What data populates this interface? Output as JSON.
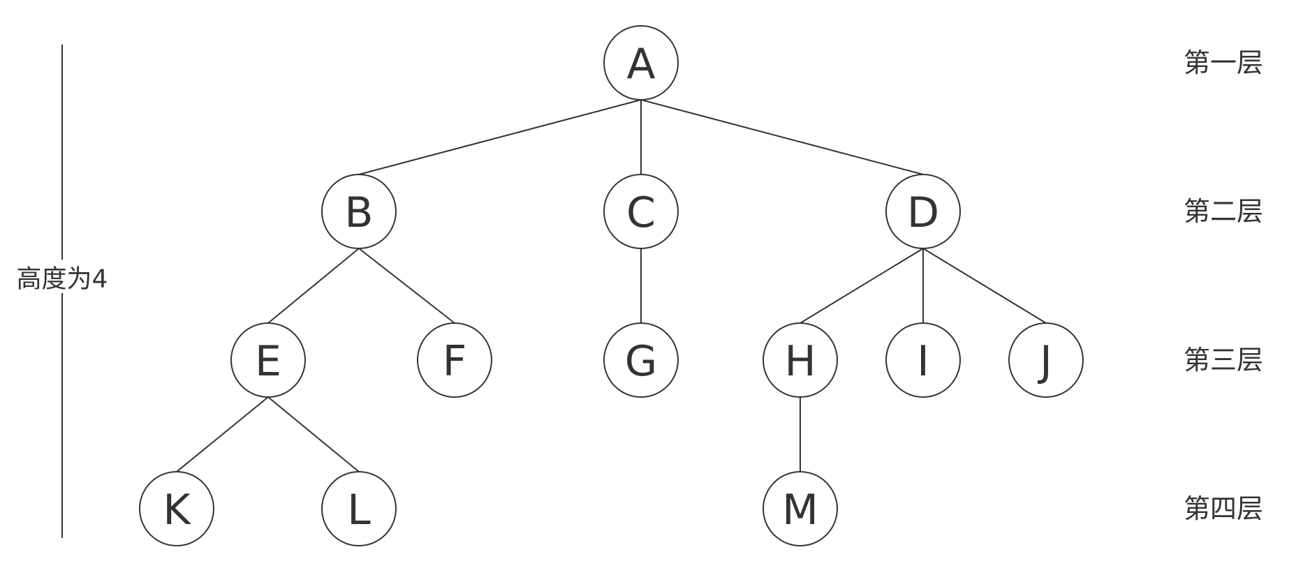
{
  "height_label": "高度为4",
  "colors": {
    "stroke": "#333333",
    "text": "#333333",
    "background": "#ffffff"
  },
  "levels": [
    {
      "level": 1,
      "label": "第一层"
    },
    {
      "level": 2,
      "label": "第二层"
    },
    {
      "level": 3,
      "label": "第三层"
    },
    {
      "level": 4,
      "label": "第四层"
    }
  ],
  "nodes": [
    {
      "id": "A",
      "label": "A",
      "level": 1
    },
    {
      "id": "B",
      "label": "B",
      "level": 2
    },
    {
      "id": "C",
      "label": "C",
      "level": 2
    },
    {
      "id": "D",
      "label": "D",
      "level": 2
    },
    {
      "id": "E",
      "label": "E",
      "level": 3
    },
    {
      "id": "F",
      "label": "F",
      "level": 3
    },
    {
      "id": "G",
      "label": "G",
      "level": 3
    },
    {
      "id": "H",
      "label": "H",
      "level": 3
    },
    {
      "id": "I",
      "label": "I",
      "level": 3
    },
    {
      "id": "J",
      "label": "J",
      "level": 3
    },
    {
      "id": "K",
      "label": "K",
      "level": 4
    },
    {
      "id": "L",
      "label": "L",
      "level": 4
    },
    {
      "id": "M",
      "label": "M",
      "level": 4
    }
  ],
  "edges": [
    {
      "from": "A",
      "to": "B"
    },
    {
      "from": "A",
      "to": "C"
    },
    {
      "from": "A",
      "to": "D"
    },
    {
      "from": "B",
      "to": "E"
    },
    {
      "from": "B",
      "to": "F"
    },
    {
      "from": "C",
      "to": "G"
    },
    {
      "from": "D",
      "to": "H"
    },
    {
      "from": "D",
      "to": "I"
    },
    {
      "from": "D",
      "to": "J"
    },
    {
      "from": "E",
      "to": "K"
    },
    {
      "from": "E",
      "to": "L"
    },
    {
      "from": "H",
      "to": "M"
    }
  ]
}
